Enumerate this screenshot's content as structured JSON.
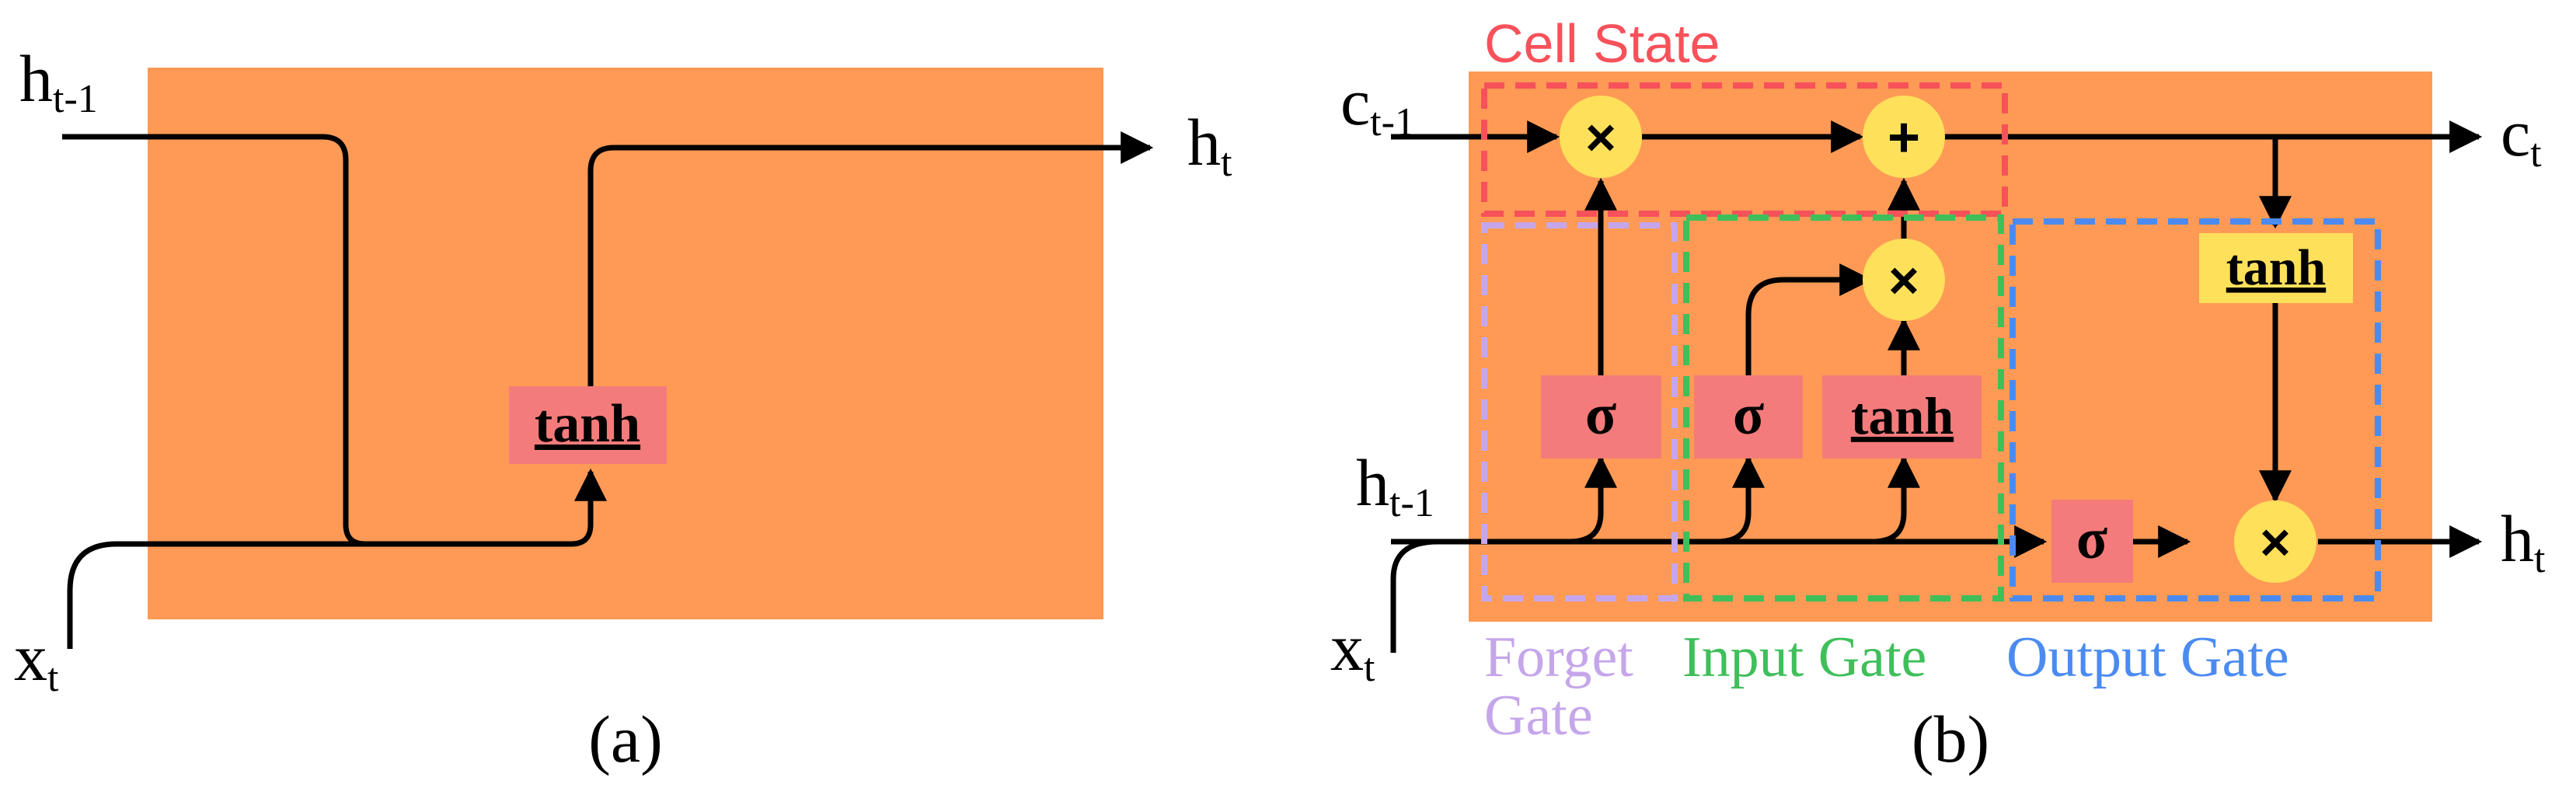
{
  "panel_a": {
    "caption": "(a)",
    "h_prev": {
      "base": "h",
      "sub": "t-1"
    },
    "x_in": {
      "base": "x",
      "sub": "t"
    },
    "h_out": {
      "base": "h",
      "sub": "t"
    },
    "tanh": "tanh"
  },
  "panel_b": {
    "caption": "(b)",
    "c_prev": {
      "base": "c",
      "sub": "t-1"
    },
    "c_out": {
      "base": "c",
      "sub": "t"
    },
    "h_prev": {
      "base": "h",
      "sub": "t-1"
    },
    "h_out": {
      "base": "h",
      "sub": "t"
    },
    "x_in": {
      "base": "x",
      "sub": "t"
    },
    "ops": {
      "mult": "×",
      "add": "+",
      "sigma": "σ",
      "tanh": "tanh"
    },
    "regions": {
      "cell_state": "Cell State",
      "forget_gate_line1": "Forget",
      "forget_gate_line2": "Gate",
      "input_gate": "Input Gate",
      "output_gate": "Output Gate"
    }
  },
  "colors": {
    "block": "#FE9A55",
    "tanh_box": "#F47B7B",
    "yellow": "#FEE05B",
    "cell_state": "#F7515A",
    "forget_gate": "#C5A6EA",
    "input_gate": "#3FBF5A",
    "output_gate": "#4B8BF1"
  }
}
